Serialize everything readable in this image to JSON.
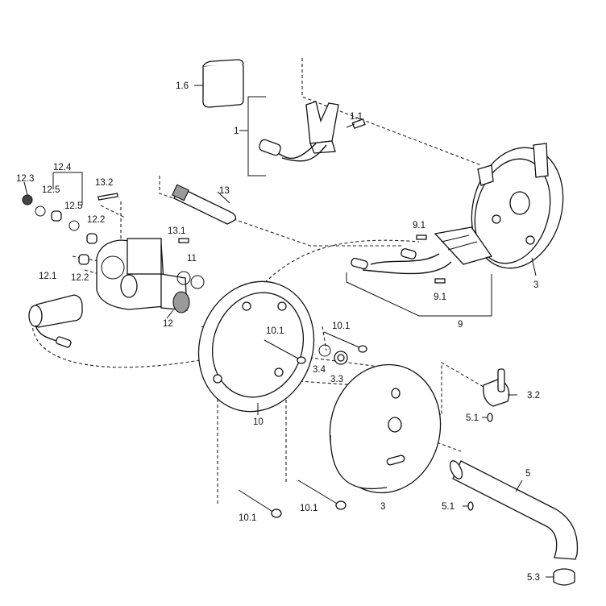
{
  "diagram": {
    "labels": {
      "p1": "1",
      "p1_1": "1.1",
      "p1_6": "1.6",
      "p3_top": "3",
      "p3_bottom": "3",
      "p3_2": "3.2",
      "p3_3": "3.3",
      "p3_4": "3.4",
      "p5": "5",
      "p5_1_a": "5.1",
      "p5_1_b": "5.1",
      "p5_3": "5.3",
      "p9": "9",
      "p9_1_a": "9.1",
      "p9_1_b": "9.1",
      "p10": "10",
      "p10_1_a": "10.1",
      "p10_1_b": "10.1",
      "p10_1_c": "10.1",
      "p10_1_d": "10.1",
      "p11": "11",
      "p12": "12",
      "p12_1": "12.1",
      "p12_2_a": "12.2",
      "p12_2_b": "12.2",
      "p12_3": "12.3",
      "p12_4": "12.4",
      "p12_5_a": "12.5",
      "p12_5_b": "12.5",
      "p13": "13",
      "p13_1": "13.1",
      "p13_2": "13.2"
    }
  }
}
